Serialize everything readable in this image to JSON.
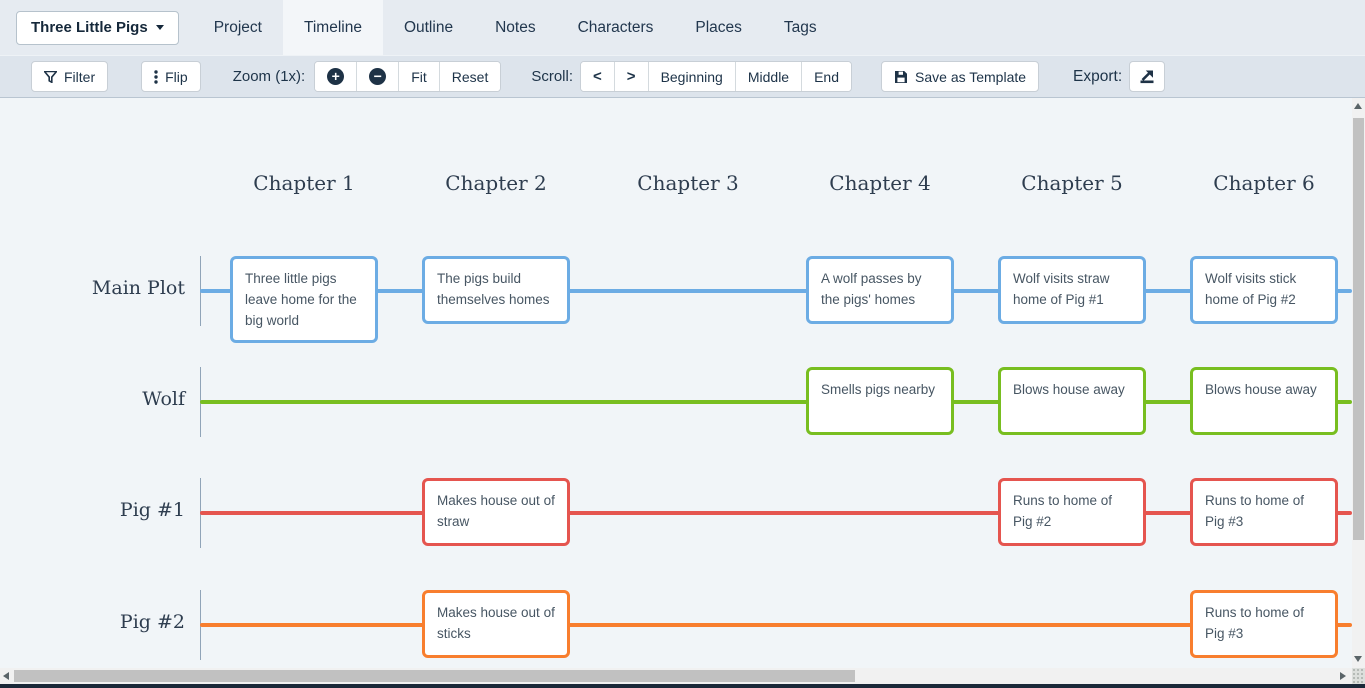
{
  "nav": {
    "project_selector": {
      "label": "Three Little Pigs"
    },
    "tabs": [
      {
        "label": "Project",
        "active": false
      },
      {
        "label": "Timeline",
        "active": true
      },
      {
        "label": "Outline",
        "active": false
      },
      {
        "label": "Notes",
        "active": false
      },
      {
        "label": "Characters",
        "active": false
      },
      {
        "label": "Places",
        "active": false
      },
      {
        "label": "Tags",
        "active": false
      }
    ]
  },
  "toolbar": {
    "filter": {
      "label": "Filter"
    },
    "flip": {
      "label": "Flip"
    },
    "zoom": {
      "label": "Zoom (1x):",
      "in_glyph": "+",
      "out_glyph": "−",
      "fit": "Fit",
      "reset": "Reset"
    },
    "scroll": {
      "label": "Scroll:",
      "back_glyph": "<",
      "forward_glyph": ">",
      "beginning": "Beginning",
      "middle": "Middle",
      "end": "End"
    },
    "save_as_template": {
      "label": "Save as Template"
    },
    "export": {
      "label": "Export:"
    }
  },
  "timeline": {
    "chapters": [
      "Chapter 1",
      "Chapter 2",
      "Chapter 3",
      "Chapter 4",
      "Chapter 5",
      "Chapter 6"
    ],
    "plotlines": [
      {
        "name": "Main Plot",
        "color": "#6cace4",
        "cards": [
          {
            "chapter": 1,
            "text": "Three little pigs leave home for the big world"
          },
          {
            "chapter": 2,
            "text": "The pigs build themselves homes"
          },
          {
            "chapter": 4,
            "text": "A wolf passes by the pigs' homes"
          },
          {
            "chapter": 5,
            "text": "Wolf visits straw home of Pig #1"
          },
          {
            "chapter": 6,
            "text": "Wolf visits stick home of Pig #2"
          }
        ]
      },
      {
        "name": "Wolf",
        "color": "#78be20",
        "cards": [
          {
            "chapter": 4,
            "text": "Smells pigs nearby"
          },
          {
            "chapter": 5,
            "text": "Blows house away"
          },
          {
            "chapter": 6,
            "text": "Blows house away"
          }
        ]
      },
      {
        "name": "Pig #1",
        "color": "#e5554f",
        "cards": [
          {
            "chapter": 2,
            "text": "Makes house out of straw"
          },
          {
            "chapter": 5,
            "text": "Runs to home of Pig #2"
          },
          {
            "chapter": 6,
            "text": "Runs to home of Pig #3"
          }
        ]
      },
      {
        "name": "Pig #2",
        "color": "#f87e2e",
        "cards": [
          {
            "chapter": 2,
            "text": "Makes house out of sticks"
          },
          {
            "chapter": 6,
            "text": "Runs to home of Pig #3"
          }
        ]
      }
    ]
  },
  "colors": {
    "nav_bg": "#e6ebf1",
    "toolbar_bg": "#dde4ec",
    "canvas_bg": "#f1f5f8",
    "text_dark": "#1d3348",
    "plot_blue": "#6cace4",
    "plot_green": "#78be20",
    "plot_red": "#e5554f",
    "plot_orange": "#f87e2e"
  }
}
